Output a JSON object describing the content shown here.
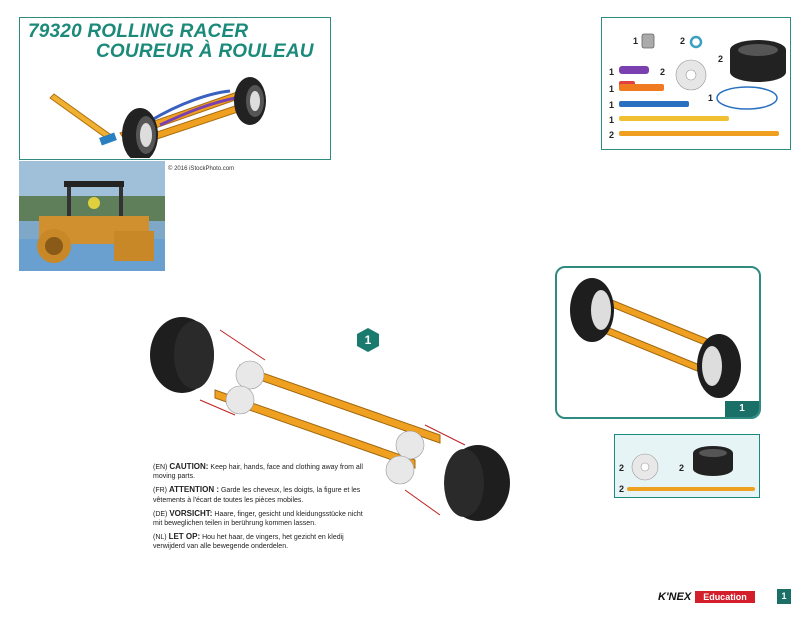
{
  "header": {
    "title_en": "79320 ROLLING RACER",
    "title_fr": "COUREUR À ROULEAU"
  },
  "photo": {
    "credit": "© 2016 iStockPhoto.com"
  },
  "parts": {
    "quantities": [
      "1",
      "2",
      "2",
      "1",
      "2",
      "1",
      "1",
      "1",
      "2"
    ]
  },
  "step": {
    "number": "1",
    "tab_label": "1"
  },
  "subparts": {
    "quantities": [
      "2",
      "2",
      "2"
    ]
  },
  "caution": {
    "en_prefix": "(EN) ",
    "en_label": "CAUTION:",
    "en_text": " Keep hair, hands, face and clothing away from all moving parts.",
    "fr_prefix": "(FR) ",
    "fr_label": "ATTENTION :",
    "fr_text": " Garde les cheveux, les doigts, la figure et les vêtements à l'écart de toutes les pièces mobiles.",
    "de_prefix": "(DE) ",
    "de_label": "VORSICHT:",
    "de_text": " Haare, finger, gesicht und kleidungsstücke nicht mit beweglichen teilen in berührung kommen lassen.",
    "nl_prefix": "(NL) ",
    "nl_label": "LET OP:",
    "nl_text": " Hou het haar, de vingers, het gezicht en kledij verwijderd van alle bewegende onderdelen."
  },
  "footer": {
    "brand": "K'NEX",
    "division": "Education",
    "page": "1"
  },
  "colors": {
    "brand_teal": "#1c8a7a",
    "rod_orange": "#f0a020",
    "tire_black": "#1e1e1e",
    "logo_red": "#d21f2b"
  }
}
